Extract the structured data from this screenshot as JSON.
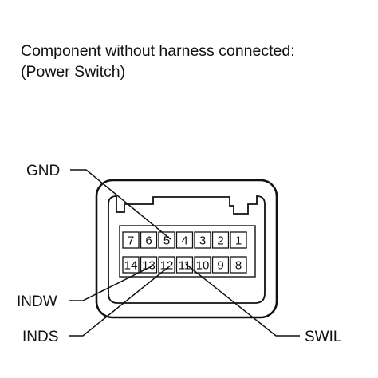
{
  "caption": {
    "line1": "Component without harness connected:",
    "line2": "(Power Switch)"
  },
  "connector": {
    "top_row": [
      "7",
      "6",
      "5",
      "4",
      "3",
      "2",
      "1"
    ],
    "bottom_row": [
      "14",
      "13",
      "12",
      "11",
      "10",
      "9",
      "8"
    ]
  },
  "labels": {
    "gnd": "GND",
    "indw": "INDW",
    "inds": "INDS",
    "swil": "SWIL"
  },
  "colors": {
    "ink": "#111111",
    "background": "#ffffff"
  }
}
